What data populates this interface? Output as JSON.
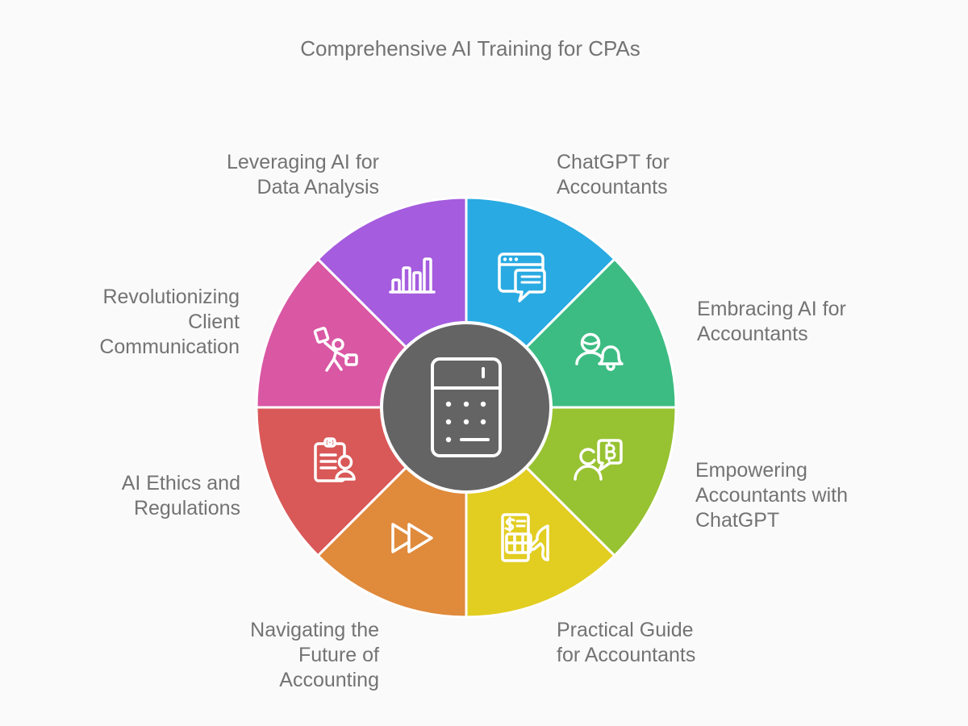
{
  "title": "Comprehensive AI Training for CPAs",
  "background_color": "#fafafb",
  "text_color": "#737373",
  "center": {
    "icon": "calculator-icon",
    "bg_color": "#646464",
    "ring_color": "#ffffff"
  },
  "segments": [
    {
      "label": "ChatGPT for\nAccountants",
      "color": "#29aae2",
      "icon": "browser-chat-icon"
    },
    {
      "label": "Embracing AI for\nAccountants",
      "color": "#3cbc82",
      "icon": "person-bell-icon"
    },
    {
      "label": "Empowering\nAccountants with\nChatGPT",
      "color": "#97c231",
      "icon": "person-chat-b-icon"
    },
    {
      "label": "Practical Guide\nfor Accountants",
      "color": "#e2cd21",
      "icon": "invoice-hand-icon"
    },
    {
      "label": "Navigating the\nFuture of\nAccounting",
      "color": "#e08a3c",
      "icon": "fast-forward-icon"
    },
    {
      "label": "AI Ethics and\nRegulations",
      "color": "#d95858",
      "icon": "clipboard-person-icon"
    },
    {
      "label": "Revolutionizing\nClient\nCommunication",
      "color": "#d957a3",
      "icon": "person-flag-icon"
    },
    {
      "label": "Leveraging AI for\nData Analysis",
      "color": "#a55cde",
      "icon": "bar-chart-icon"
    }
  ]
}
